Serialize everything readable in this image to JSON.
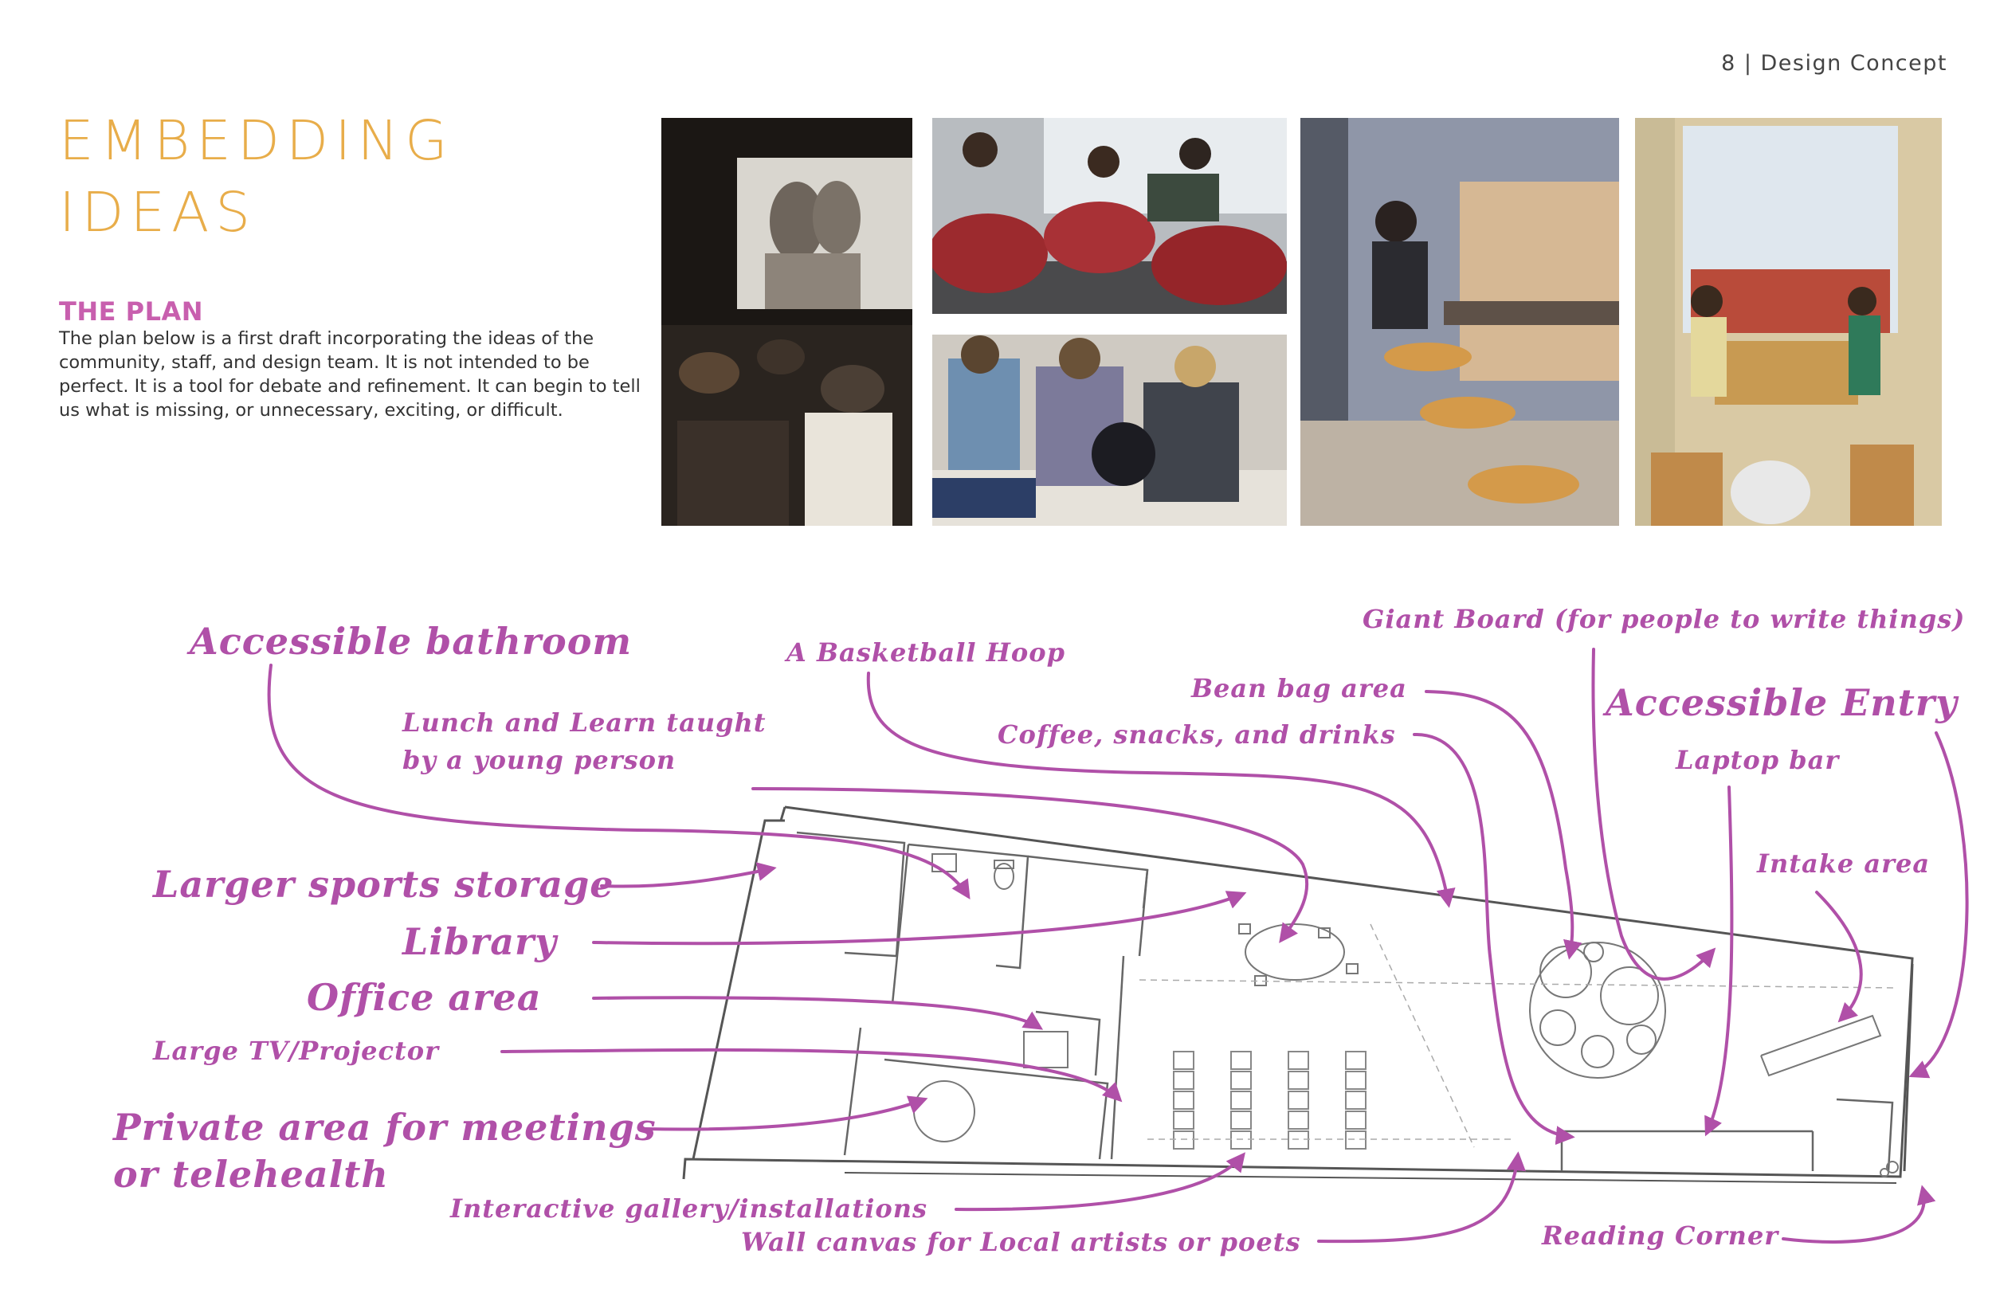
{
  "header": {
    "page_number": "8  |  Design Concept"
  },
  "title": {
    "line1": "EMBEDDING",
    "line2": "IDEAS"
  },
  "plan_section": {
    "heading": "THE PLAN",
    "body": "The plan below is a first draft incorporating the ideas of the community, staff, and design team. It is not intended to be perfect. It is a tool for debate and refinement. It can begin to tell us what is missing, or unnecessary, exciting, or difficult."
  },
  "colors": {
    "title": "#e8ad4a",
    "accent": "#c85fae",
    "annotation": "#b050a8"
  },
  "annotations": {
    "accessible_bathroom": "Accessible bathroom",
    "lunch_learn_1": "Lunch and Learn taught",
    "lunch_learn_2": "by a young person",
    "basketball": "A Basketball Hoop",
    "giant_board": "Giant Board (for people to write things)",
    "bean_bag": "Bean bag area",
    "coffee": "Coffee, snacks, and drinks",
    "accessible_entry": "Accessible Entry",
    "laptop_bar": "Laptop bar",
    "intake": "Intake area",
    "sports_storage": "Larger sports storage",
    "library": "Library",
    "office": "Office area",
    "tv": "Large TV/Projector",
    "private_1": "Private area for meetings",
    "private_2": "or telehealth",
    "gallery": "Interactive gallery/installations",
    "wall_canvas": "Wall canvas for Local artists or poets",
    "reading": "Reading Corner"
  }
}
